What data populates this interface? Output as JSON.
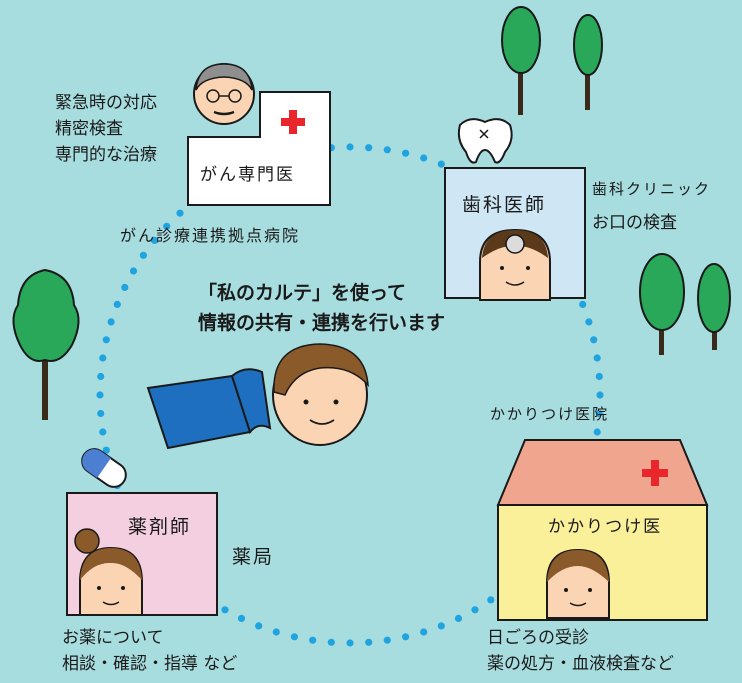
{
  "center": {
    "line1": "「私のカルテ」を使って",
    "line2": "情報の共有・連携を行います"
  },
  "cancer_specialist": {
    "sign": "がん専門医",
    "roles": [
      "緊急時の対応",
      "精密検査",
      "専門的な治療"
    ],
    "facility": "がん診療連携拠点病院"
  },
  "dentist": {
    "sign": "歯科医師",
    "facility": "歯科クリニック",
    "role": "お口の検査"
  },
  "family_doctor": {
    "facility": "かかりつけ医院",
    "sign": "かかりつけ医",
    "roles": [
      "日ごろの受診",
      "薬の処方・血液検査など"
    ]
  },
  "pharmacist": {
    "sign": "薬剤師",
    "facility": "薬局",
    "roles": [
      "お薬について",
      "相談・確認・指導 など"
    ]
  },
  "colors": {
    "background": "#a8dde0",
    "dots": "#1fa4e0",
    "tree": "#2aa85a",
    "cross": "#e8262b",
    "dentist_box": "#cfe6f5",
    "pharmacy_box": "#f4cfe0",
    "clinic_wall": "#fbf09a",
    "clinic_roof": "#f0a58f",
    "book": "#1f6fc0",
    "skin": "#fbd5b3",
    "hair": "#8a5a2b"
  }
}
